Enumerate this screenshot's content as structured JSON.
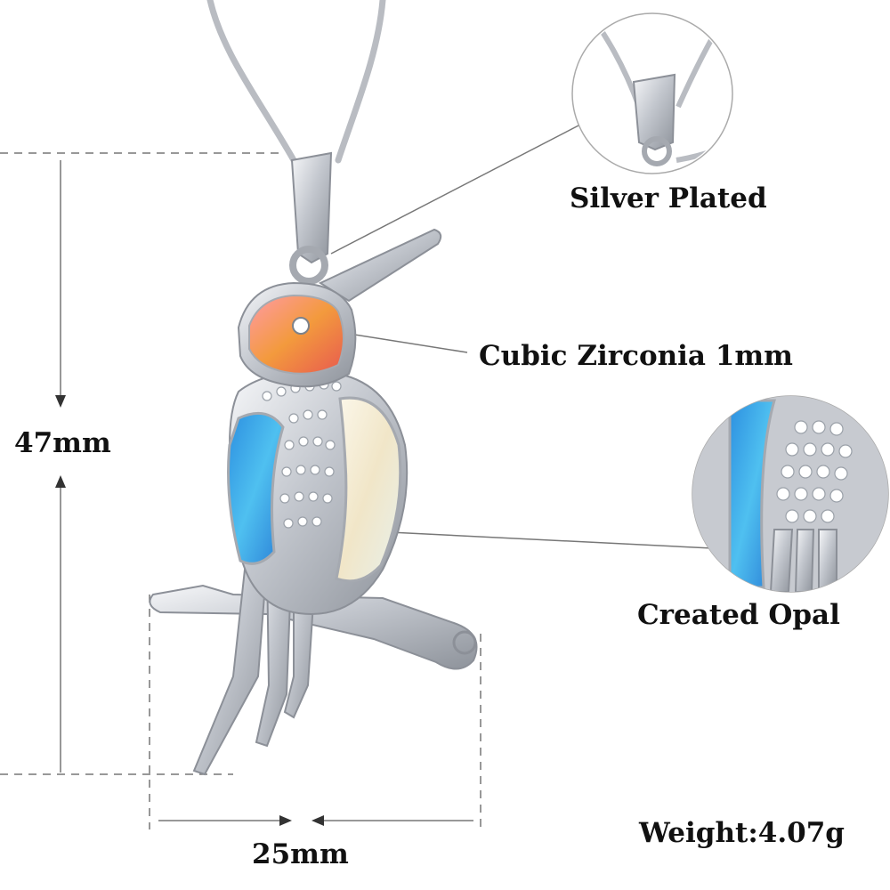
{
  "labels": {
    "silver_plated": "Silver Plated",
    "cubic_zirconia": "Cubic Zirconia 1mm",
    "created_opal": "Created Opal",
    "height": "47mm",
    "width": "25mm",
    "weight": "Weight:4.07g"
  },
  "colors": {
    "silver": "#c9ccd2",
    "silver_dark": "#8c9098",
    "opal_orange": "#f08a4a",
    "opal_blue": "#3fa7e6",
    "opal_white": "#f4eddc",
    "dimension_line": "#666666"
  }
}
